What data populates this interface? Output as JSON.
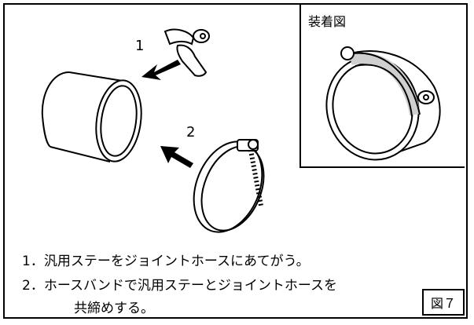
{
  "inset": {
    "title": "装着図"
  },
  "labels": {
    "step1_marker": "1",
    "step2_marker": "2"
  },
  "instructions": {
    "step1": "1．汎用ステーをジョイントホースにあてがう。",
    "step2_line1": "2．ホースバンドで汎用ステーとジョイントホースを",
    "step2_line2": "共締めする。"
  },
  "figure_label": "図７",
  "icons": [
    "hose-icon",
    "stay-bracket-icon",
    "hose-band-icon",
    "arrow-icon",
    "assembled-hose-icon"
  ]
}
